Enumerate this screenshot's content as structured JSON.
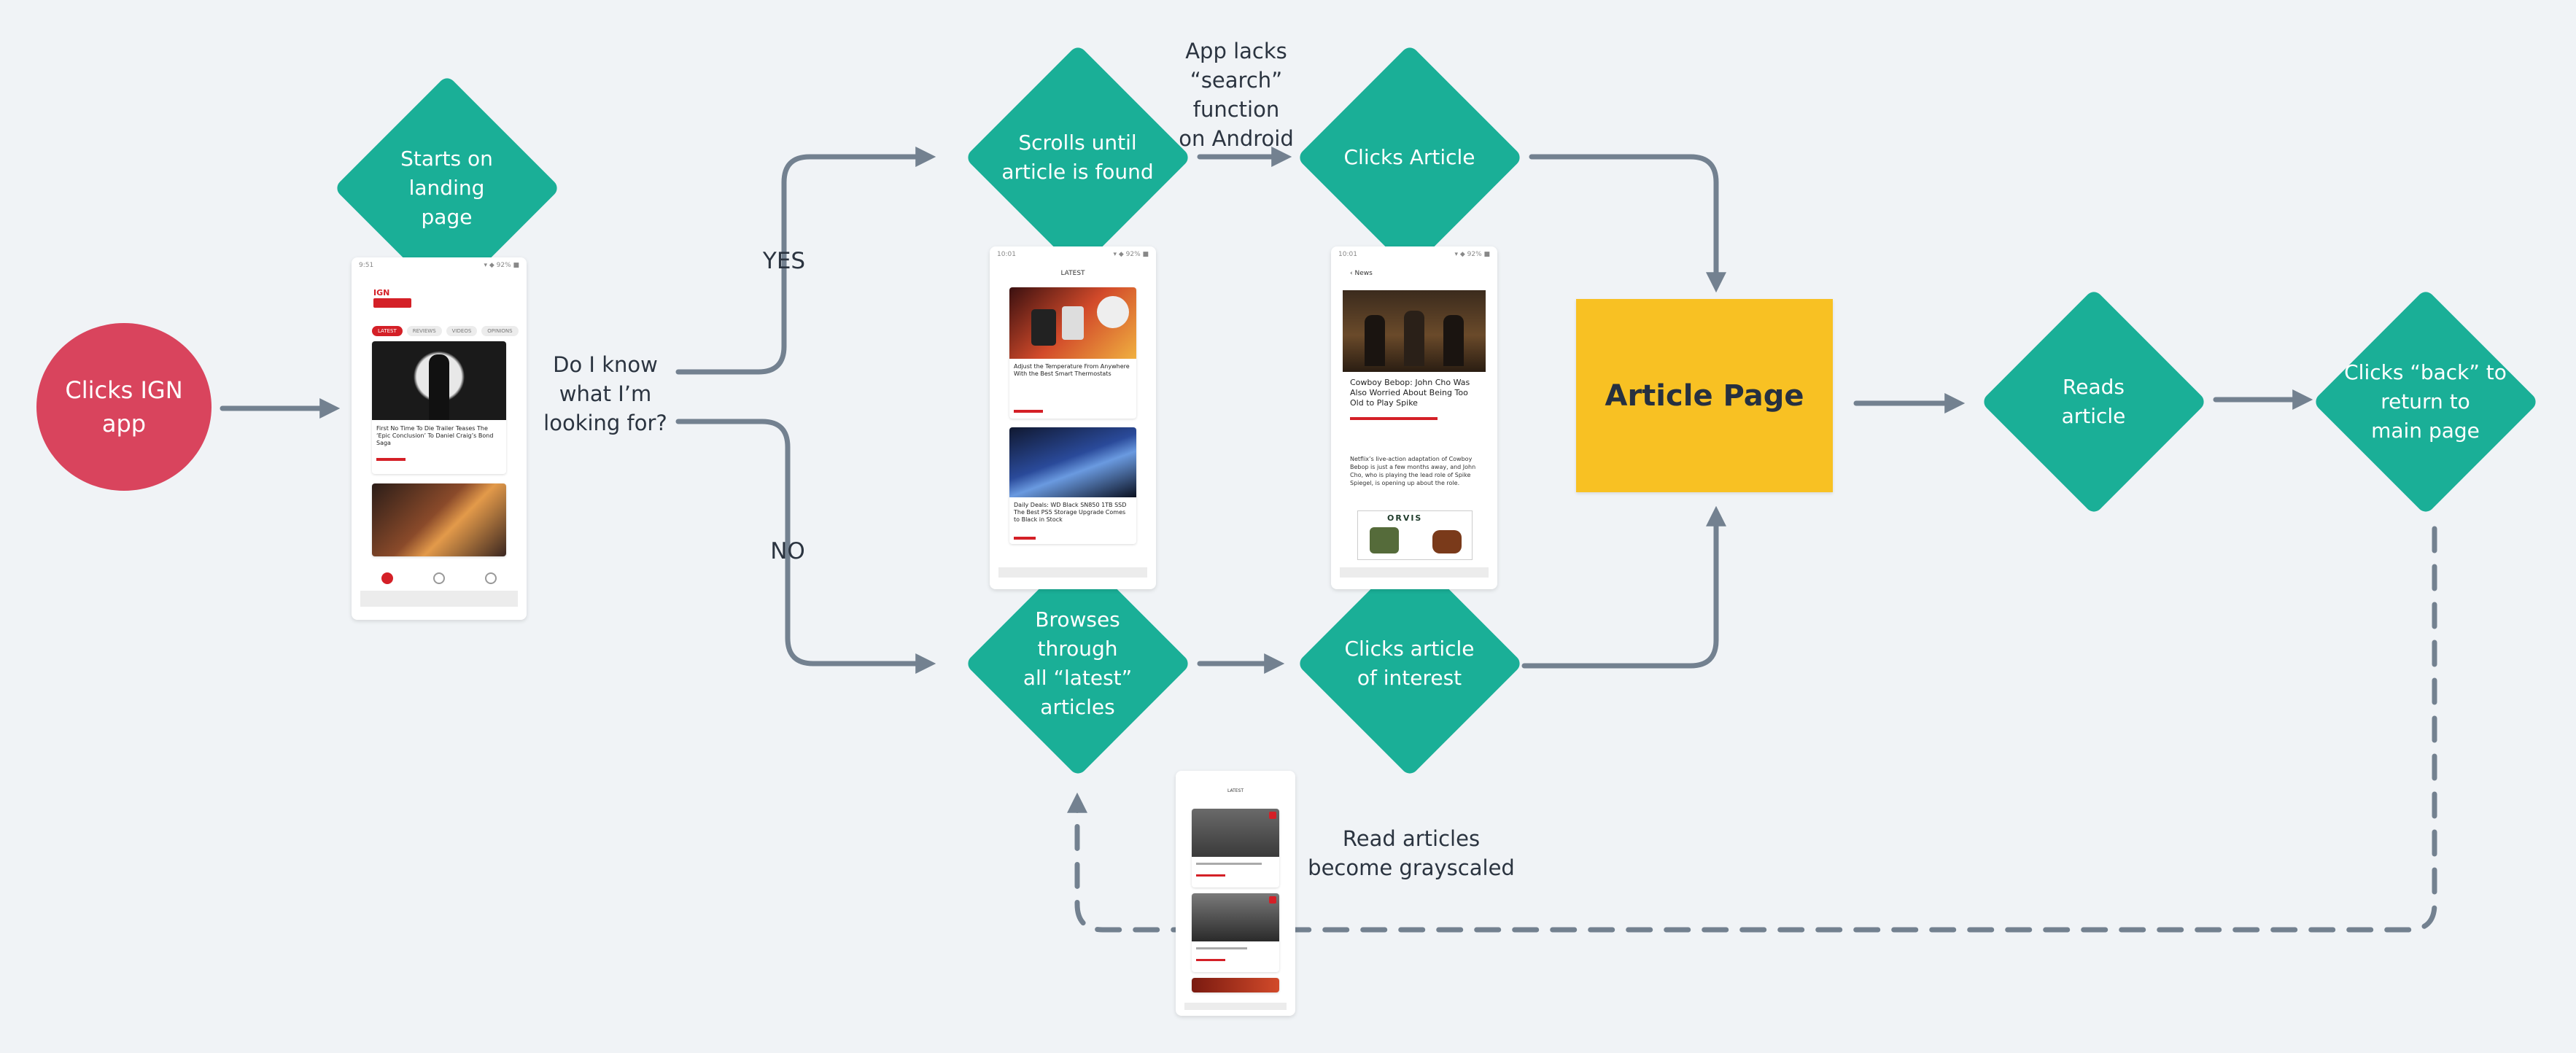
{
  "colors": {
    "teal": "#1aaf97",
    "red": "#d9445d",
    "yellow": "#f8c123",
    "arrow": "#738190",
    "background": "#f0f3f6"
  },
  "nodes": {
    "clicks_ign_app": "Clicks IGN\napp",
    "starts_on_landing": "Starts on\nlanding\npage",
    "scrolls_until_found": "Scrolls until\narticle is found",
    "clicks_article": "Clicks Article",
    "browses_latest": "Browses\nthrough\nall “latest”\narticles",
    "clicks_article_interest": "Clicks article\nof interest",
    "article_page": "Article Page",
    "reads_article": "Reads\narticle",
    "clicks_back": "Clicks “back” to\nreturn to\nmain page"
  },
  "labels": {
    "question": "Do I know\nwhat I’m\nlooking for?",
    "yes": "YES",
    "no": "NO",
    "search_note": "App lacks\n“search” function\non Android",
    "grayscale_note": "Read articles\nbecome grayscaled"
  },
  "screens": {
    "landing": {
      "time": "9:51",
      "status": "▾ ◆ 92% ■",
      "logo": "IGN",
      "tabs": [
        "LATEST",
        "REVIEWS",
        "VIDEOS",
        "OPINIONS"
      ],
      "card1_title": "First No Time To Die Trailer Teases The ‘Epic Conclusion’ To Daniel Craig’s Bond Saga"
    },
    "latest": {
      "time": "10:01",
      "status": "▾ ◆ 92% ■",
      "title": "LATEST",
      "card1_title": "Adjust the Temperature From Anywhere With the Best Smart Thermostats",
      "card2_title": "Daily Deals: WD Black SN850 1TB SSD The Best PS5 Storage Upgrade Comes to Black in Stock"
    },
    "article": {
      "time": "10:01",
      "status": "▾ ◆ 92% ■",
      "back": "News",
      "headline": "Cowboy Bebop: John Cho Was Also Worried About Being Too Old to Play Spike",
      "body": "Netflix’s live-action adaptation of Cowboy Bebop is just a few months away, and John Cho, who is playing the lead role of Spike Spiegel, is opening up about the role.",
      "ad": "ORVIS"
    },
    "grayscale": {
      "title": "LATEST"
    }
  }
}
